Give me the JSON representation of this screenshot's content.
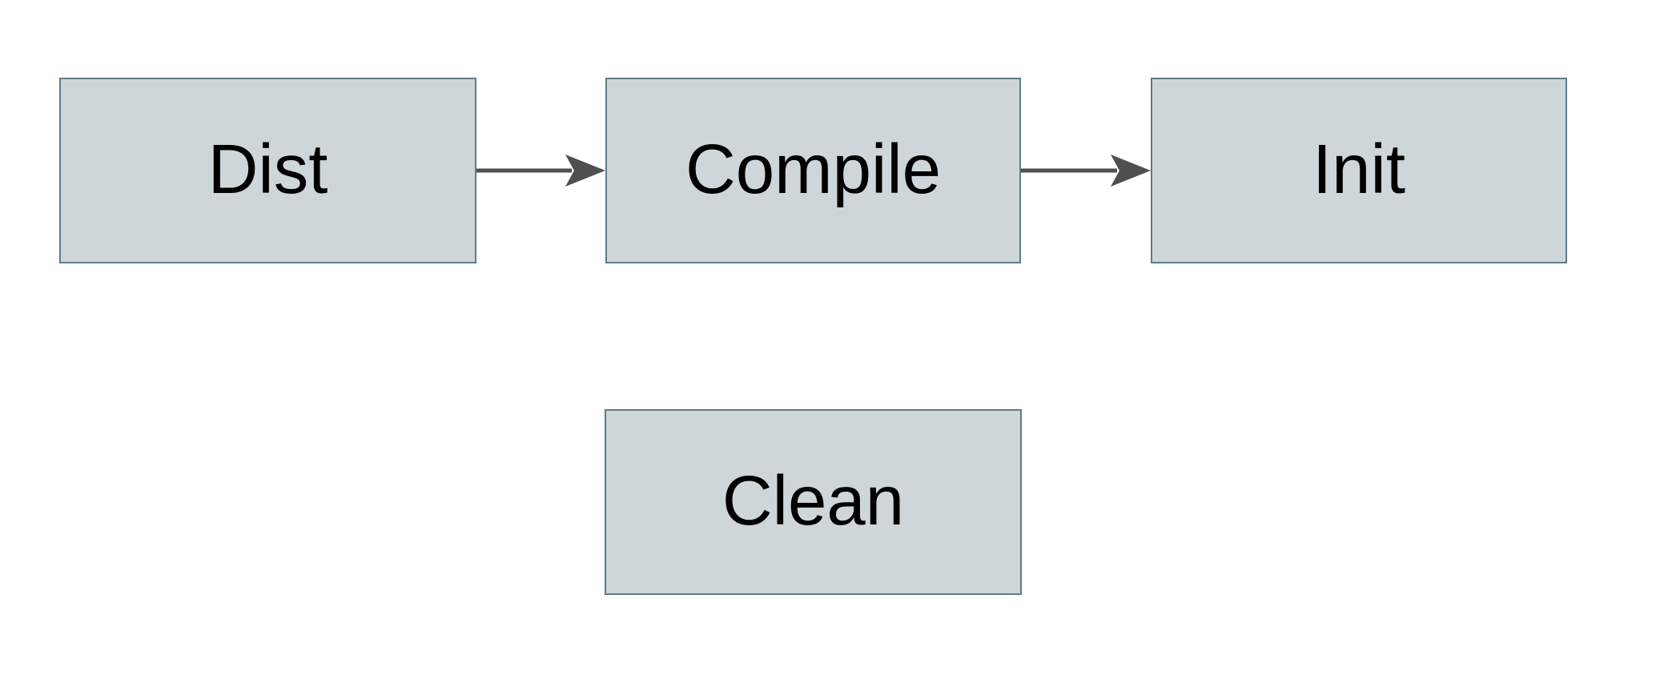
{
  "diagram": {
    "nodes": [
      {
        "id": "dist",
        "label": "Dist"
      },
      {
        "id": "compile",
        "label": "Compile"
      },
      {
        "id": "init",
        "label": "Init"
      },
      {
        "id": "clean",
        "label": "Clean"
      }
    ],
    "edges": [
      {
        "from": "dist",
        "to": "compile",
        "direction": "right"
      },
      {
        "from": "compile",
        "to": "init",
        "direction": "right"
      }
    ],
    "colors": {
      "background": "#ffffff",
      "node_fill": "#cfd6d9",
      "node_border": "#5e7b89",
      "arrow": "#4f4f4f",
      "text": "#000000"
    }
  }
}
